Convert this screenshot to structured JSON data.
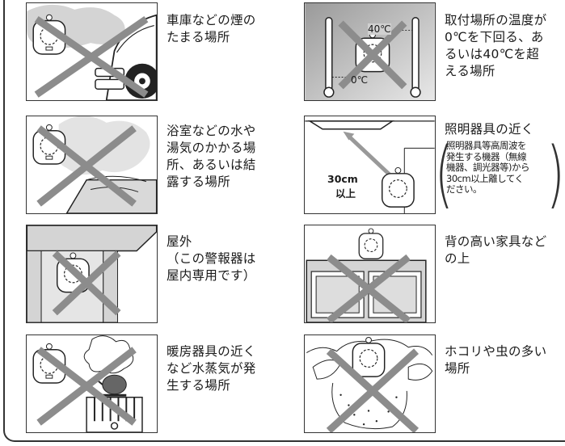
{
  "sections": [
    {
      "id": "garage",
      "text": "車庫などの煙の\nたまる場所"
    },
    {
      "id": "temperature",
      "text": "取付場所の温度が\n0℃を下回る、あ\nるいは40℃を超\nえる場所",
      "labels": {
        "high": "40℃",
        "low": "0℃"
      }
    },
    {
      "id": "bathroom",
      "text": "浴室などの水や\n湯気のかかる場\n所、あるいは結\n露する場所"
    },
    {
      "id": "lighting",
      "text": "照明器具の近く",
      "note": "照明器具等高周波を\n発生する機器（無線\n機器、調光器等)から\n30cm以上離してく\nださい。",
      "labels": {
        "distance_top": "30cm",
        "distance_bottom": "以上"
      }
    },
    {
      "id": "outdoor",
      "text": "屋外\n（この警報器は\n屋内専用です）"
    },
    {
      "id": "furniture",
      "text": "背の高い家具など\nの上"
    },
    {
      "id": "heater",
      "text": "暖房器具の近く\nなど水蒸気が発\n生する場所"
    },
    {
      "id": "dust",
      "text": "ホコリや虫の多い\n場所"
    }
  ]
}
